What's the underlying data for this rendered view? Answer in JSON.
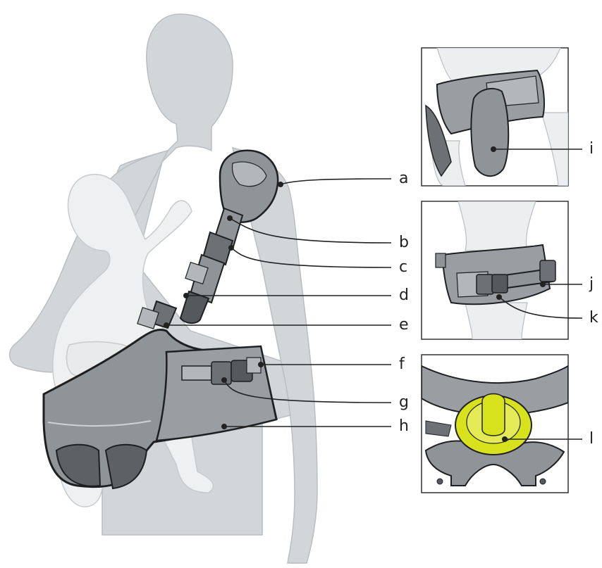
{
  "diagram": {
    "callouts": [
      {
        "id": "a",
        "label": "a"
      },
      {
        "id": "b",
        "label": "b"
      },
      {
        "id": "c",
        "label": "c"
      },
      {
        "id": "d",
        "label": "d"
      },
      {
        "id": "e",
        "label": "e"
      },
      {
        "id": "f",
        "label": "f"
      },
      {
        "id": "g",
        "label": "g"
      },
      {
        "id": "h",
        "label": "h"
      },
      {
        "id": "i",
        "label": "i"
      },
      {
        "id": "j",
        "label": "j"
      },
      {
        "id": "k",
        "label": "k"
      },
      {
        "id": "l",
        "label": "l"
      }
    ],
    "colors": {
      "figure": "#d3d6d9",
      "figure_outline": "#b9bec2",
      "baby": "#eef0f1",
      "carrier": "#8f9499",
      "carrier_dark": "#5d6166",
      "carrier_light": "#b3b7bb",
      "highlight": "#d8e21c",
      "line": "#222222"
    }
  }
}
